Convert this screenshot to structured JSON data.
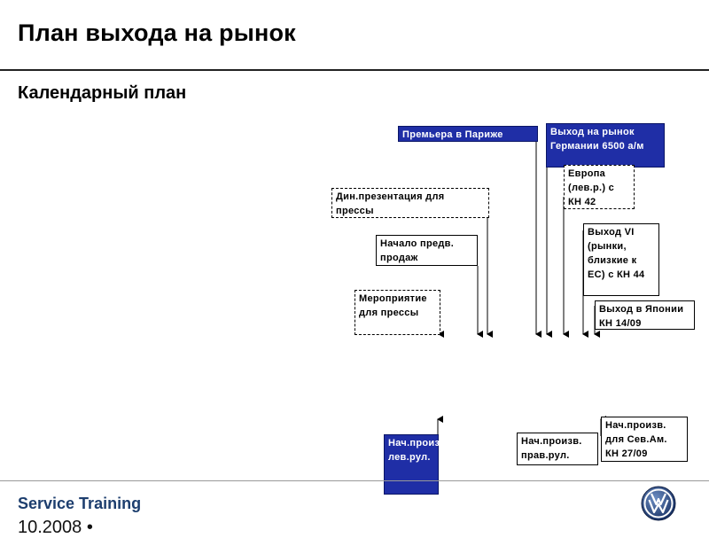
{
  "header": {
    "title": "План выхода на рынок",
    "subtitle": "Календарный план"
  },
  "events_top": [
    {
      "id": "paris",
      "text": "Премьера в Париже",
      "style": "blue"
    },
    {
      "id": "germany",
      "text": "Выход на рынок Германии 6500 а/м",
      "style": "blue"
    },
    {
      "id": "europe",
      "text": "Европа (лев.р.) с КН 42",
      "style": "dashed"
    },
    {
      "id": "press_presentation",
      "text": "Дин.презентация для прессы",
      "style": "dashed"
    },
    {
      "id": "presales",
      "text": "Начало предв. продаж",
      "style": "solid"
    },
    {
      "id": "vi_markets",
      "text": "Выход VI (рынки, близкие к ЕС) с КН 44",
      "style": "solid"
    },
    {
      "id": "press_events",
      "text": "Мероприятие для прессы",
      "style": "dashed"
    },
    {
      "id": "japan",
      "text": "Выход в Японии КН 14/09",
      "style": "solid"
    }
  ],
  "events_bottom": [
    {
      "id": "prod_lhd",
      "text": "Нач.производство лев.рул.",
      "style": "blue"
    },
    {
      "id": "prod_rhd",
      "text": "Нач.произв. прав.рул.",
      "style": "solid"
    },
    {
      "id": "prod_na",
      "text": "Нач.произв. для Сев.Ам. КН 27/09",
      "style": "solid"
    }
  ],
  "footer": {
    "label": "Service Training",
    "date": "10.2008 •"
  },
  "colors": {
    "accent_blue": "#1f2ea6",
    "footer_text": "#1d3e6e"
  },
  "icons": {
    "logo": "vw-logo-icon"
  }
}
